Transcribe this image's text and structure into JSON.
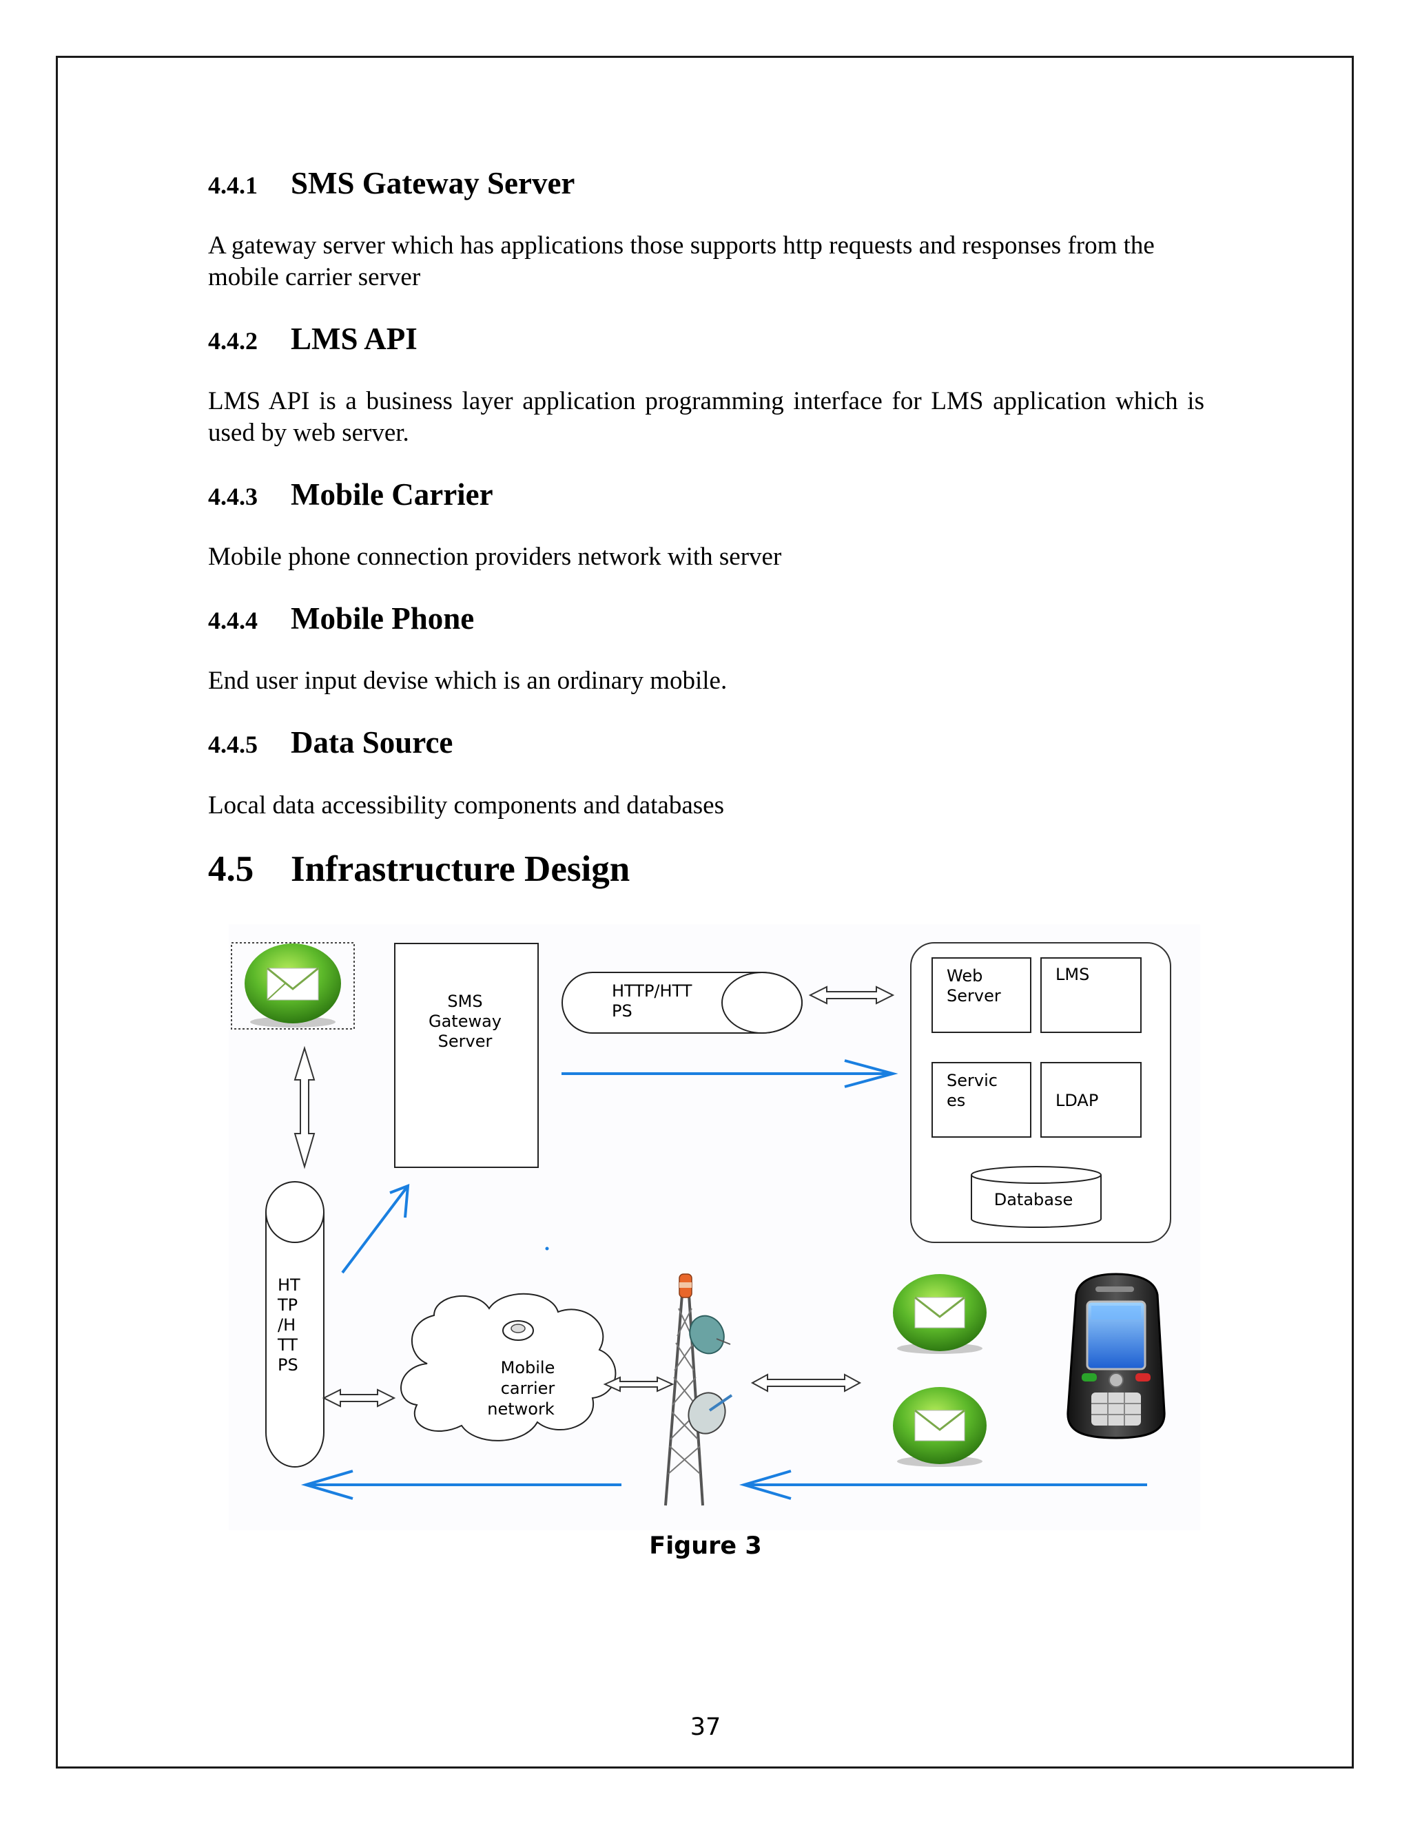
{
  "sections": [
    {
      "number": "4.4.1",
      "title": "SMS Gateway Server",
      "body": "A gateway server which has applications those supports http requests and responses from the mobile carrier server"
    },
    {
      "number": "4.4.2",
      "title": "LMS API",
      "body": "LMS API is a business layer application programming interface for LMS application which is used by web server."
    },
    {
      "number": "4.4.3",
      "title": "Mobile Carrier",
      "body": "Mobile phone connection providers network with server"
    },
    {
      "number": "4.4.4",
      "title": "Mobile Phone",
      "body": "End user input devise which is an ordinary mobile."
    },
    {
      "number": "4.4.5",
      "title": "Data Source",
      "body": "Local data accessibility components and databases"
    }
  ],
  "heading": {
    "number": "4.5",
    "title": "Infrastructure Design"
  },
  "diagram": {
    "sms_gateway": [
      "SMS",
      "Gateway",
      "Server"
    ],
    "http_pipe_top": [
      "HTTP/HTT",
      "PS"
    ],
    "http_pipe_vertical": [
      "HT",
      "TP",
      "/H",
      "TT",
      "PS"
    ],
    "web_server": [
      "Web",
      "Server"
    ],
    "lms": "LMS",
    "services": [
      "Servic",
      "es"
    ],
    "ldap": "LDAP",
    "database": "Database",
    "mobile_network": [
      "Mobile",
      "carrier",
      "network"
    ],
    "arrow_color": "#1a7fe0",
    "icon_green": "#5cb82a"
  },
  "figure_caption": "Figure 3",
  "page_number": "37"
}
